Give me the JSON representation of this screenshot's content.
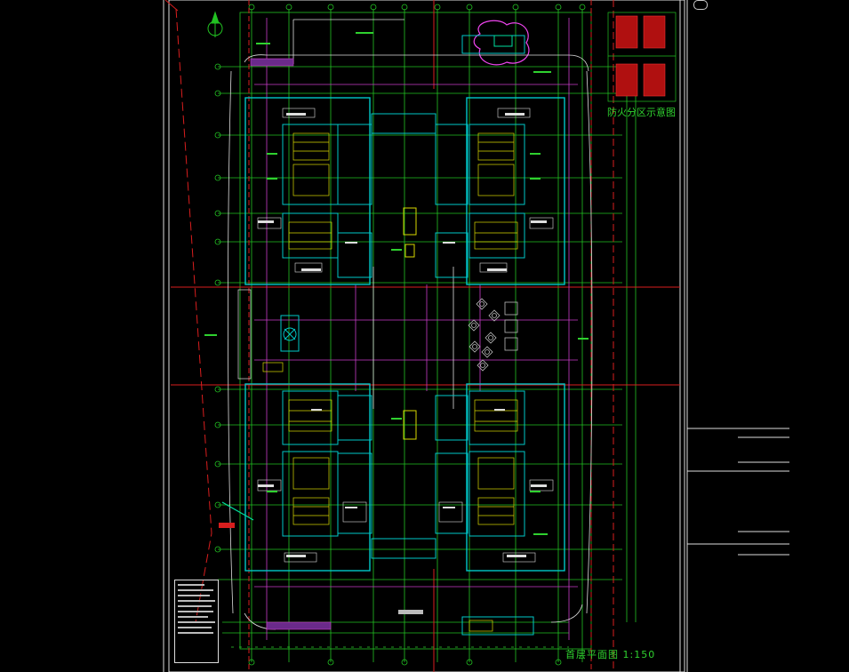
{
  "drawing": {
    "title": "首层平面图 1:150",
    "key_plan_label": "防火分区示意图"
  },
  "colors": {
    "background": "#000000",
    "grid_green": "#22c222",
    "wall_cyan": "#00d6d6",
    "fixture_yellow": "#d8d800",
    "axis_red": "#d81e1e",
    "magenta": "#d83cd8",
    "white": "#dddddd",
    "fill_red": "#b01010"
  },
  "icons": [
    "north-arrow-icon",
    "fire-zone-key-plan",
    "elevator-core-icon",
    "plaza-paving-icon"
  ]
}
